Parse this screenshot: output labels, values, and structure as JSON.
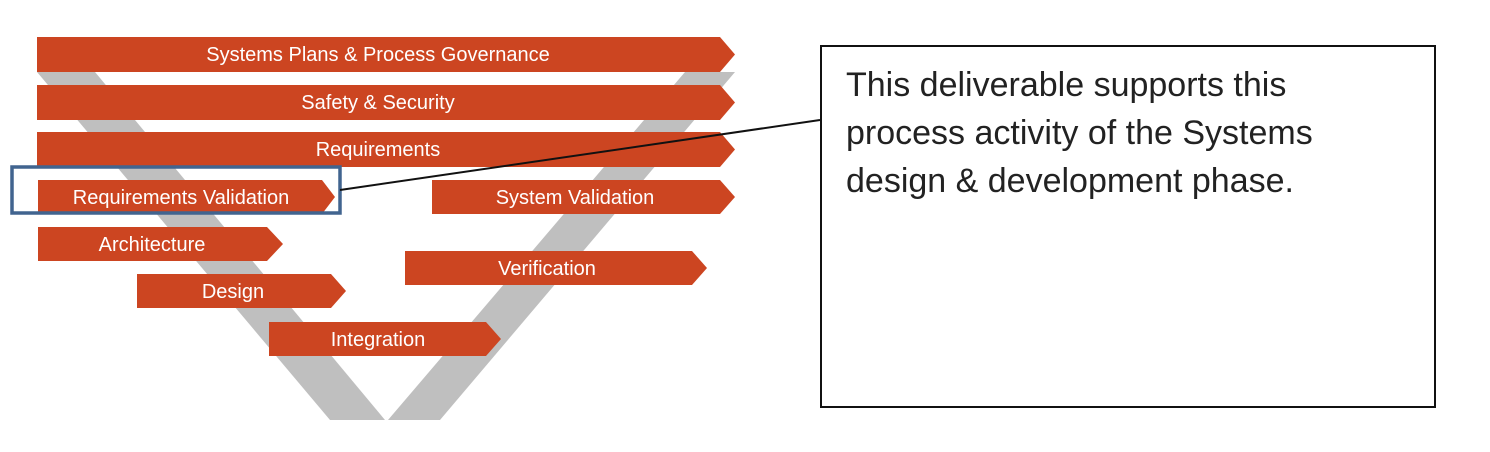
{
  "diagram": {
    "phases": [
      {
        "id": "governance",
        "label": "Systems Plans & Process Governance"
      },
      {
        "id": "safety",
        "label": "Safety & Security"
      },
      {
        "id": "requirements",
        "label": "Requirements"
      },
      {
        "id": "req-validation",
        "label": "Requirements Validation"
      },
      {
        "id": "system-validation",
        "label": "System Validation"
      },
      {
        "id": "architecture",
        "label": "Architecture"
      },
      {
        "id": "verification",
        "label": "Verification"
      },
      {
        "id": "design",
        "label": "Design"
      },
      {
        "id": "integration",
        "label": "Integration"
      }
    ],
    "highlighted": "Requirements Validation",
    "callout": "This deliverable supports this process activity of the Systems design & development phase.",
    "colors": {
      "arrow": "#cc4521",
      "v_shape": "#bfbfbf",
      "highlight": "#41648f"
    }
  }
}
